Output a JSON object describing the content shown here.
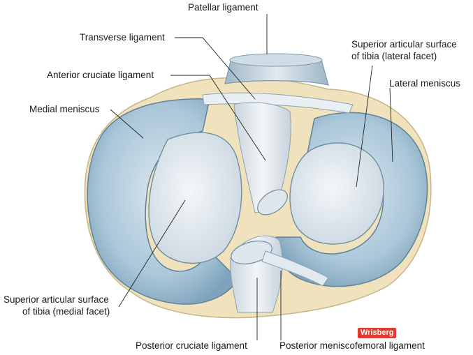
{
  "labels": {
    "patellar_ligament": "Patellar ligament",
    "transverse_ligament": "Transverse ligament",
    "anterior_cruciate_ligament": "Anterior cruciate ligament",
    "medial_meniscus": "Medial meniscus",
    "superior_lateral_line1": "Superior articular surface",
    "superior_lateral_line2": "of tibia (lateral facet)",
    "lateral_meniscus": "Lateral meniscus",
    "superior_medial_line1": "Superior articular surface",
    "superior_medial_line2": "of tibia (medial facet)",
    "posterior_cruciate_ligament": "Posterior cruciate ligament",
    "posterior_meniscofemoral_ligament": "Posterior meniscofemoral ligament"
  },
  "watermark": "Wrisberg",
  "colors": {
    "bone": "#efe2bc",
    "meniscus": "#a6c4d6",
    "cartilage": "#dfe6ec",
    "ligament": "#e6ecf1",
    "badge": "#e03b30"
  }
}
